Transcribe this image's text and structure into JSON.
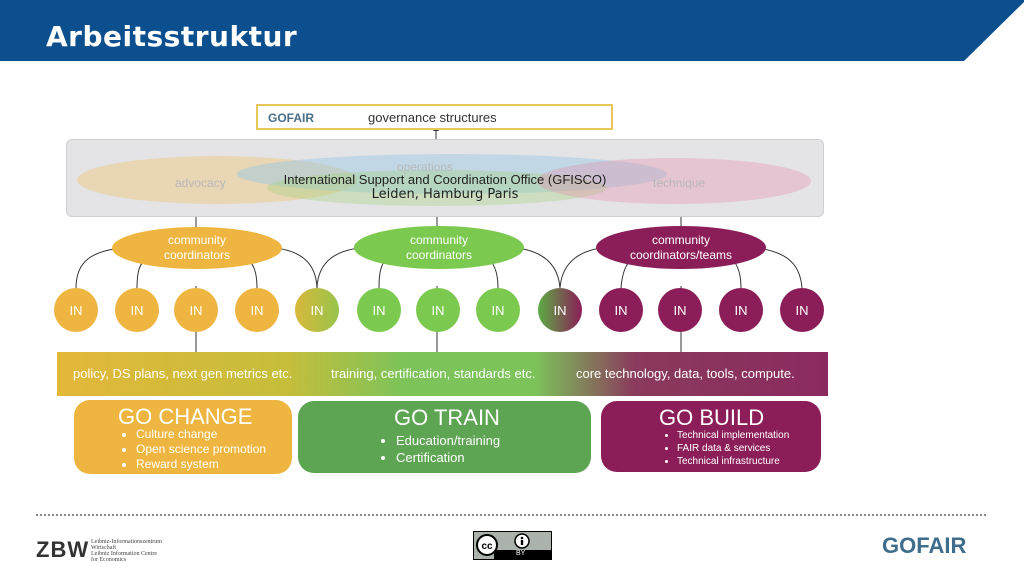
{
  "header": {
    "title": "Arbeitsstruktur",
    "bg_color": "#0b4f8e"
  },
  "governance": {
    "logo": "GOFAIR",
    "label": "governance structures"
  },
  "office": {
    "labels": {
      "left": "advocacy",
      "center": "operations",
      "right": "technique"
    },
    "title": "International Support and Coordination Office (GFISCO)",
    "subtitle": "Leiden, Hamburg Paris"
  },
  "coordinators": [
    {
      "label": "community coordinators",
      "color": "#eeb640"
    },
    {
      "label": "community coordinators",
      "color": "#7cc94f"
    },
    {
      "label": "community coordinators/teams",
      "color": "#8b1e58"
    }
  ],
  "in_nodes": [
    {
      "label": "IN",
      "color": "#eeb640"
    },
    {
      "label": "IN",
      "color": "#eeb640"
    },
    {
      "label": "IN",
      "color": "#eeb640"
    },
    {
      "label": "IN",
      "color": "#eeb640"
    },
    {
      "label": "IN",
      "color": "#b5bf3c"
    },
    {
      "label": "IN",
      "color": "#7cc94f"
    },
    {
      "label": "IN",
      "color": "#7cc94f"
    },
    {
      "label": "IN",
      "color": "#7cc94f"
    },
    {
      "label": "IN",
      "color": "#6a5a3c"
    },
    {
      "label": "IN",
      "color": "#8b1e58"
    },
    {
      "label": "IN",
      "color": "#8b1e58"
    },
    {
      "label": "IN",
      "color": "#8b1e58"
    },
    {
      "label": "IN",
      "color": "#8b1e58"
    }
  ],
  "band": {
    "left": "policy, DS plans, next gen metrics etc.",
    "center": "training, certification, standards etc.",
    "right": "core technology, data, tools, compute."
  },
  "go_change": {
    "title": "GO CHANGE",
    "items": [
      "Culture change",
      "Open science promotion",
      "Reward system"
    ],
    "color": "#eeb640"
  },
  "go_train": {
    "title": "GO TRAIN",
    "items": [
      "Education/training",
      "Certification"
    ],
    "color": "#5ea553"
  },
  "go_build": {
    "title": "GO BUILD",
    "items": [
      "Technical implementation",
      "FAIR data & services",
      "Technical infrastructure"
    ],
    "color": "#8b1e58"
  },
  "footer": {
    "zbw_logo": "ZBW",
    "zbw_text": [
      "Leibniz-Informationszentrum",
      "Wirtschaft",
      "Leibniz Information Centre",
      "for Economics"
    ],
    "cc_label": "BY",
    "gofair_logo": "GOFAIR"
  }
}
